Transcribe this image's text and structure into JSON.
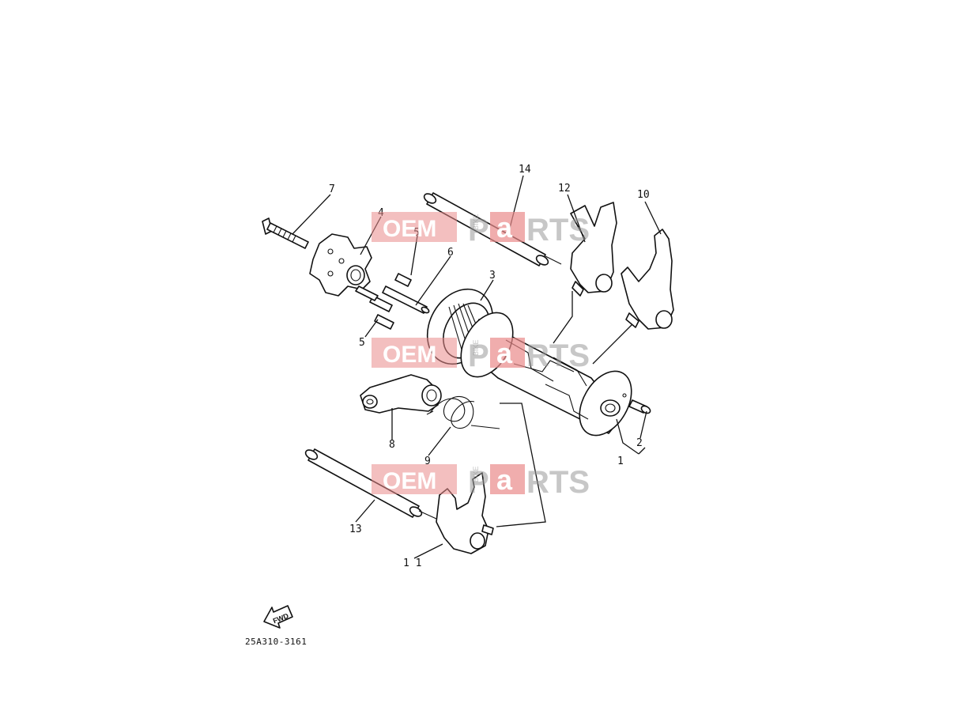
{
  "callouts": {
    "c1": "1",
    "c2": "2",
    "c3": "3",
    "c4": "4",
    "c5a": "5",
    "c5b": "5",
    "c6": "6",
    "c7": "7",
    "c8": "8",
    "c9": "9",
    "c10": "10",
    "c11": "1 1",
    "c12": "12",
    "c13": "13",
    "c14": "14"
  },
  "watermark": {
    "oem": "OEM",
    "bike": "BIKE",
    "parts_p": "P",
    "parts_a": "a",
    "parts_rest": "RTS"
  },
  "fwd_label": "FWD",
  "diagram_code": "25A310-3161",
  "colors": {
    "line": "#111111",
    "watermark_red": "#e98a8a",
    "watermark_grey": "#9a9a9a"
  }
}
